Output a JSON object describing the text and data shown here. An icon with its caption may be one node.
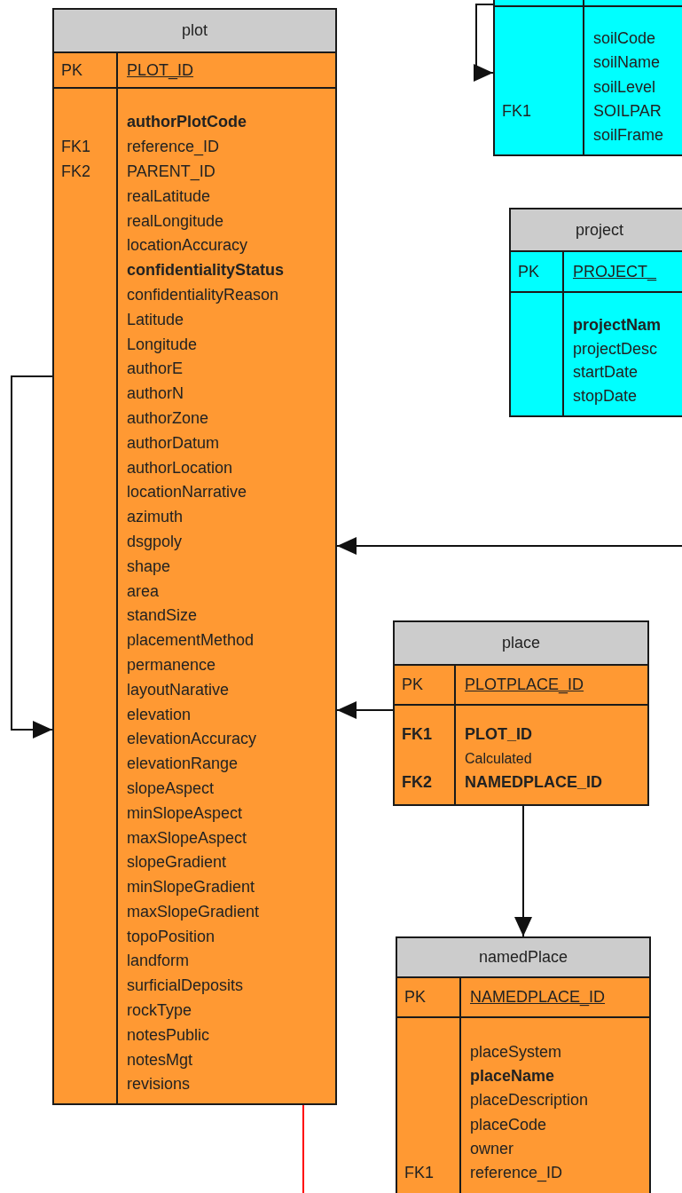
{
  "diagram": {
    "nodes": [
      {
        "text": [
          "plot",
          "PK",
          "PLOT_ID",
          "FK1",
          "FK2",
          "authorPlotCode",
          "reference_ID",
          "PARENT_ID",
          "realLatitude",
          "realLongitude",
          "locationAccuracy",
          "confidentialityStatus",
          "confidentialityReason",
          "Latitude",
          "Longitude",
          "authorE",
          "authorN",
          "authorZone",
          "authorDatum",
          "authorLocation",
          "locationNarrative",
          "azimuth",
          "dsgpoly",
          "shape",
          "area",
          "standSize",
          "placementMethod",
          "permanence",
          "layoutNarative",
          "elevation",
          "elevationAccuracy",
          "elevationRange",
          "slopeAspect",
          "minSlopeAspect",
          "maxSlopeAspect",
          "slopeGradient",
          "minSlopeGradient",
          "maxSlopeGradient",
          "topoPosition",
          "landform",
          "surficialDeposits",
          "rockType",
          "notesPublic",
          "notesMgt",
          "revisions"
        ]
      },
      {
        "text": [
          "FK1",
          "soilCode",
          "soilName",
          "soilLevel",
          "SOILPAR",
          "soilFrame"
        ]
      },
      {
        "text": [
          "project",
          "PK",
          "PROJECT_",
          "projectNam",
          "projectDesc",
          "startDate",
          "stopDate"
        ]
      },
      {
        "text": [
          "place",
          "PK",
          "PLOTPLACE_ID",
          "FK1",
          "PLOT_ID",
          "Calculated",
          "FK2",
          "NAMEDPLACE_ID"
        ]
      },
      {
        "text": [
          "namedPlace",
          "PK",
          "NAMEDPLACE_ID",
          "placeSystem",
          "placeName",
          "placeDescription",
          "placeCode",
          "owner",
          "FK1",
          "reference_ID"
        ]
      }
    ],
    "edges": [
      {
        "from": 0,
        "to": 0,
        "arrow": "to"
      },
      {
        "from": 1,
        "to": 1,
        "arrow": "to"
      },
      {
        "from": null,
        "to": 0,
        "arrow": "to"
      },
      {
        "from": 3,
        "to": 0,
        "arrow": "to"
      },
      {
        "from": 3,
        "to": 4,
        "arrow": "to"
      },
      {
        "from": 0,
        "to": null,
        "arrow": "none",
        "color": "#ff0000"
      }
    ]
  }
}
